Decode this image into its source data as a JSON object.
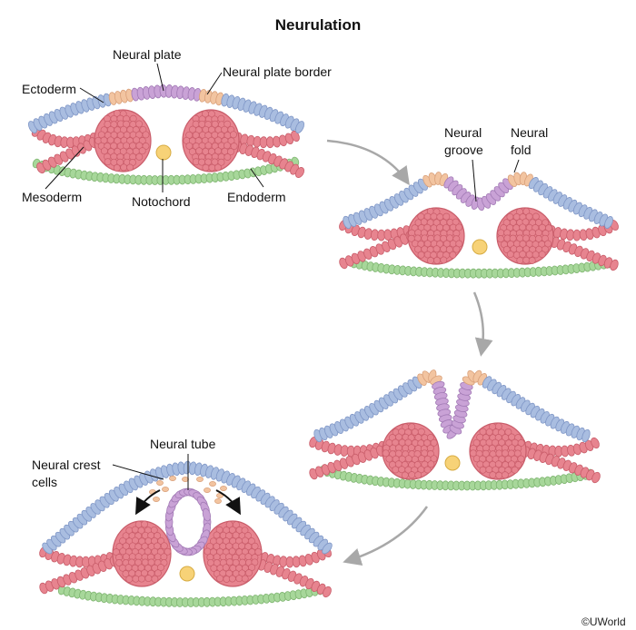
{
  "title": "Neurulation",
  "copyright": "©UWorld",
  "colors": {
    "ectoderm": "#a9bde0",
    "ectoderm_dark": "#7f96c6",
    "neural_plate": "#c9a2d6",
    "neural_plate_dark": "#a27ab5",
    "border": "#f2c4a0",
    "border_dark": "#d9a07a",
    "mesoderm": "#e7848f",
    "mesoderm_dark": "#c95d6a",
    "endoderm": "#a7d79a",
    "endoderm_dark": "#7fb571",
    "notochord": "#f7d277",
    "notochord_dark": "#d7ac43",
    "arrow": "#a8a8a8"
  },
  "stage1": {
    "ectoderm": "Ectoderm",
    "neural_plate": "Neural plate",
    "neural_plate_border": "Neural plate border",
    "mesoderm": "Mesoderm",
    "notochord": "Notochord",
    "endoderm": "Endoderm"
  },
  "stage2": {
    "neural_groove": [
      "Neural",
      "groove"
    ],
    "neural_fold": [
      "Neural",
      "fold"
    ]
  },
  "stage4": {
    "neural_tube": "Neural tube",
    "neural_crest": [
      "Neural crest",
      "cells"
    ]
  }
}
